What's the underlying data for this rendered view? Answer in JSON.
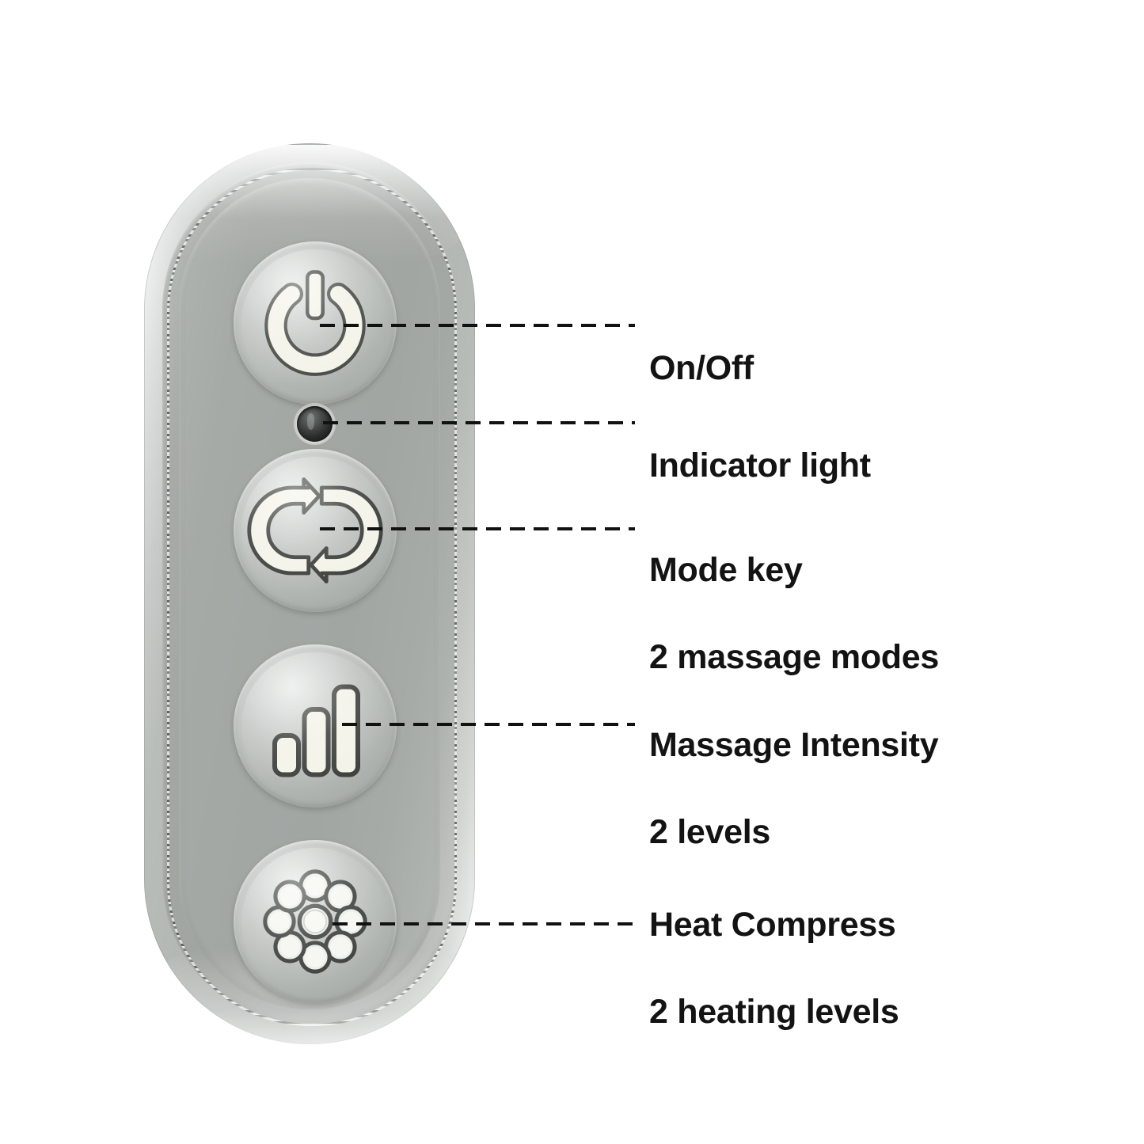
{
  "product": {
    "name": "Massage device control panel",
    "body_color": "#a7aba8",
    "shell_color": "#d7dad8",
    "glyph_color": "#f4f3e9",
    "glyph_outline_color": "#3f423f",
    "indicator_color": "#2b2e2d",
    "leader_line_color": "#111111",
    "label_color": "#131313",
    "background_color": "#ffffff"
  },
  "controls": [
    {
      "id": "power",
      "icon": "power-icon",
      "label_line1": "On/Off",
      "label_line2": ""
    },
    {
      "id": "indicator",
      "icon": "indicator-light-icon",
      "label_line1": "Indicator light",
      "label_line2": ""
    },
    {
      "id": "mode",
      "icon": "cycle-arrows-icon",
      "label_line1": "Mode key",
      "label_line2": "2 massage modes"
    },
    {
      "id": "intensity",
      "icon": "signal-bars-icon",
      "label_line1": "Massage Intensity",
      "label_line2": "2 levels"
    },
    {
      "id": "heat",
      "icon": "heat-nodes-icon",
      "label_line1": "Heat Compress",
      "label_line2": "2 heating levels"
    }
  ]
}
